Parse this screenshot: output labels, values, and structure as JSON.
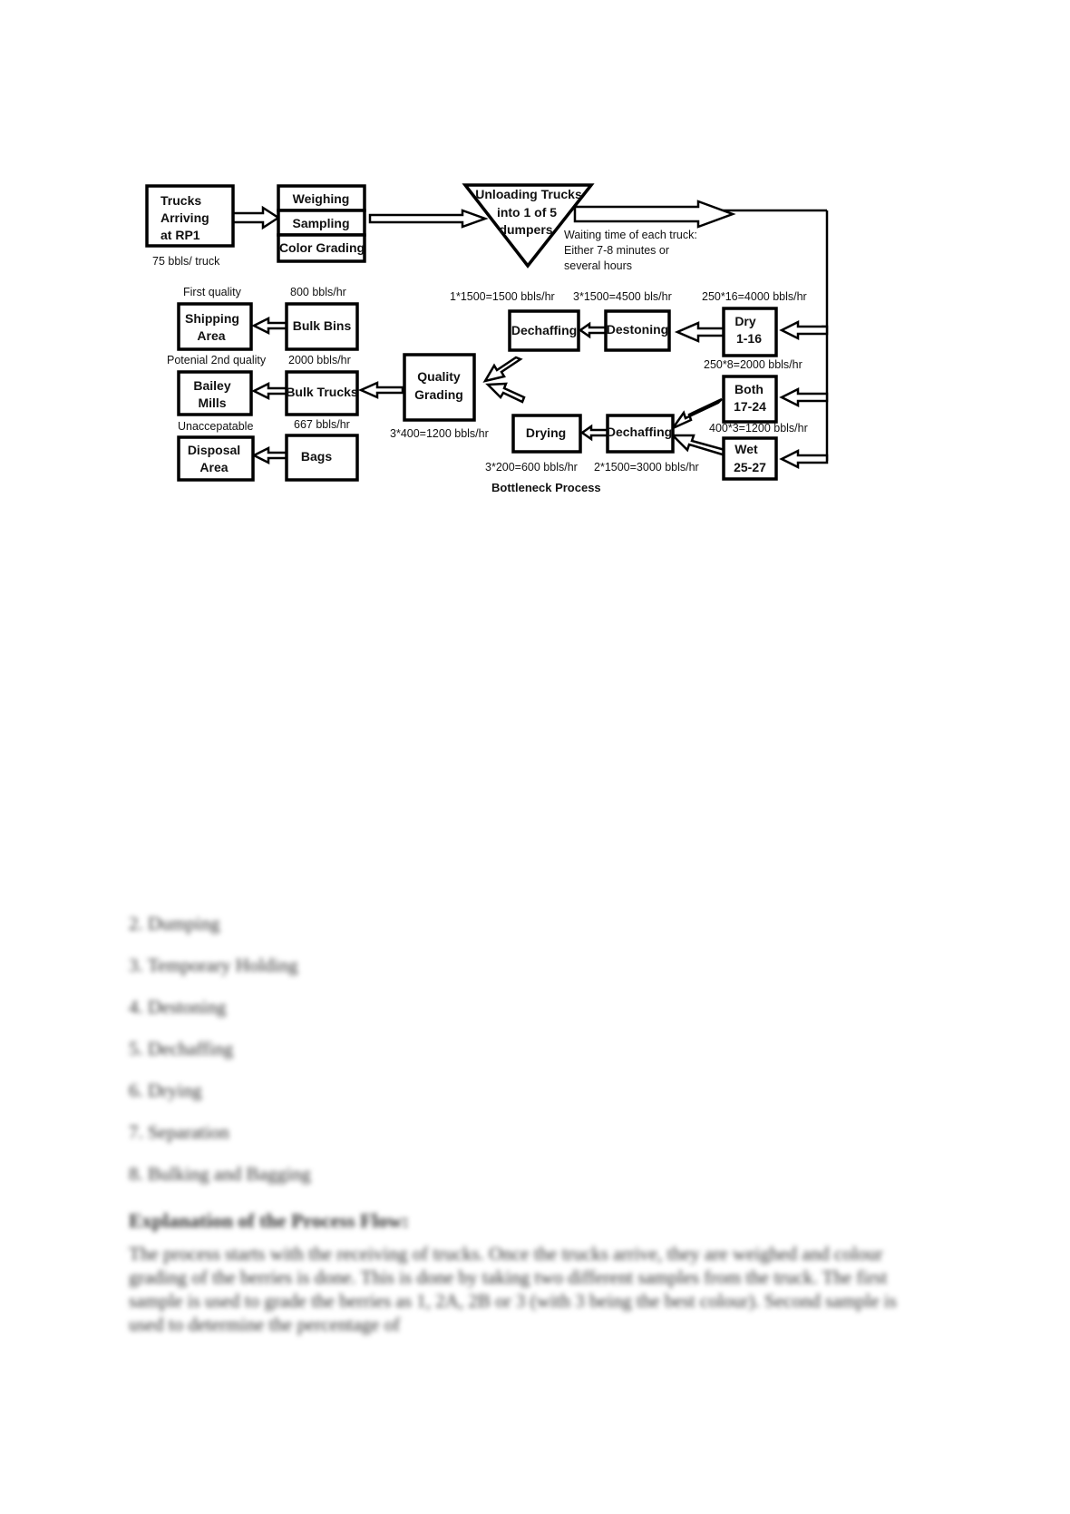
{
  "diagram": {
    "trucks": [
      "Trucks",
      "Arriving",
      "at RP1"
    ],
    "trucks_note": "75 bbls/ truck",
    "weighing": "Weighing",
    "sampling": "Sampling",
    "color_grading": "Color Grading",
    "unloading": [
      "Unloading Trucks",
      "into 1 of 5",
      "dumpers"
    ],
    "waiting": [
      "Waiting time of each truck:",
      "Either 7-8 minutes or",
      "several hours"
    ],
    "dry": [
      "Dry",
      "1-16"
    ],
    "both": [
      "Both",
      "17-24"
    ],
    "wet": [
      "Wet",
      "25-27"
    ],
    "dry_rate": "250*16=4000 bbls/hr",
    "both_rate": "250*8=2000 bbls/hr",
    "wet_rate": "400*3=1200 bbls/hr",
    "destoning": "Destoning",
    "destoning_rate": "3*1500=4500 bls/hr",
    "dechaffing_top": "Dechaffing",
    "dechaffing_top_rate": "1*1500=1500 bbls/hr",
    "dechaffing_bottom": "Dechaffing",
    "dechaffing_bottom_rate": "2*1500=3000 bbls/hr",
    "drying": "Drying",
    "drying_rate": "3*200=600 bbls/hr",
    "bottleneck": "Bottleneck Process",
    "quality": [
      "Quality",
      "Grading"
    ],
    "quality_rate": "3*400=1200 bbls/hr",
    "bulk_bins": "Bulk Bins",
    "bulk_bins_rate": "800 bbls/hr",
    "bulk_trucks": "Bulk Trucks",
    "bulk_trucks_rate": "2000 bbls/hr",
    "bags": "Bags",
    "bags_rate": "667 bbls/hr",
    "shipping": [
      "Shipping",
      "Area"
    ],
    "first_quality": "First quality",
    "bailey": [
      "Bailey",
      "Mills"
    ],
    "second_quality": "Potenial 2nd quality",
    "disposal": [
      "Disposal",
      "Area"
    ],
    "unacceptable": "Unaccepatable"
  },
  "document": {
    "steps": [
      "2. Dumping",
      "3. Temporary Holding",
      "4. Destoning",
      "5. Dechaffing",
      "6. Drying",
      "7. Separation",
      "8. Bulking and Bagging"
    ],
    "heading": "Explanation of the Process Flow:",
    "paragraph": "The process starts with the receiving of trucks. Once the trucks arrive, they are weighed and colour grading of the berries is done. This is done by taking two different samples from the truck. The first sample is used to grade the berries as 1, 2A, 2B or 3 (with 3 being the best colour). Second sample is used to determine the percentage of"
  }
}
